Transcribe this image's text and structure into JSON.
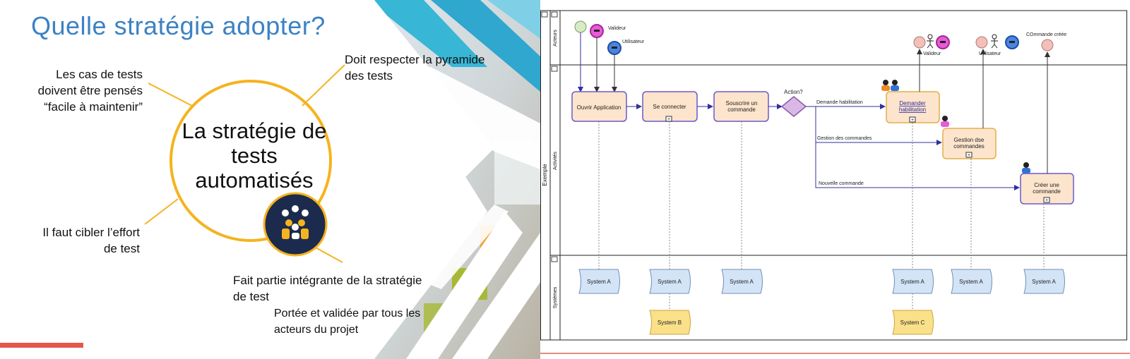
{
  "slide": {
    "title": "Quelle stratégie adopter?",
    "center_line1": "La stratégie de",
    "center_line2": "tests",
    "center_line3": "automatisés",
    "tl_line1": "Les cas de tests",
    "tl_line2": "doivent être pensés",
    "tl_line3": "“facile à maintenir”",
    "tr_line1": "Doit respecter la pyramide",
    "tr_line2": "des tests",
    "bl_line1": "Il faut cibler l’effort",
    "bl_line2": "de test",
    "br_line1": "Fait partie intégrante de la stratégie",
    "br_line2": "de test",
    "sub_line1": "Portée et validée par tous les",
    "sub_line2": "acteurs du projet",
    "bullet_glyph": "",
    "accent_color": "#f5b31f",
    "navy_color": "#1c2b4d",
    "title_color": "#3b82c4"
  },
  "diagram": {
    "pool_label": "Exemple",
    "lanes": [
      "Acteurs",
      "Activités",
      "Systèmes"
    ],
    "actors": {
      "valideur": "Valideur",
      "utilisateur": "Utilisateur",
      "valideur2": "Valideur",
      "utilisateur2": "Utilisateur",
      "commande_creee": "COmmande créée"
    },
    "tasks": {
      "ouvrir": "Ouvrir Application",
      "connecter": "Se connecter",
      "souscrire_1": "Souscrire un",
      "souscrire_2": "commande",
      "demander_1": "Demander",
      "demander_2": "habilitation",
      "gestion_1": "Gestion dse",
      "gestion_2": "commandes",
      "creer_1": "Créer une",
      "creer_2": "commande"
    },
    "gateway": "Action?",
    "flows": {
      "f1": "Demande habilitation",
      "f2": "Gestion des commandes",
      "f3": "Nouvelle commande"
    },
    "systems": {
      "s1": "System A",
      "s2": "System A",
      "s3": "System A",
      "s4": "System A",
      "s5": "System A",
      "s6": "System A",
      "sb": "System B",
      "sc": "System C"
    },
    "expand_glyph": "+",
    "collapse_glyph": "-"
  }
}
